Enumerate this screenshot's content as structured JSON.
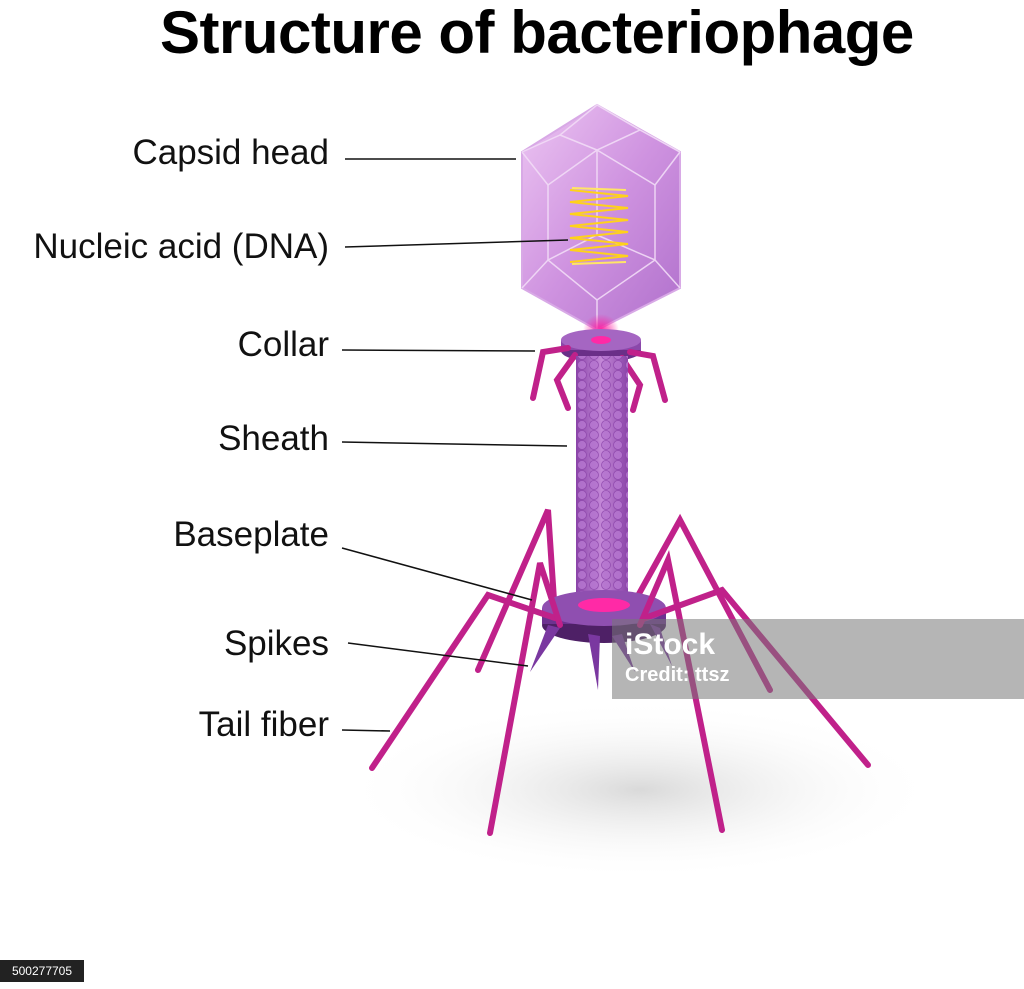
{
  "title": "Structure of bacteriophage",
  "labels": {
    "capsid_head": "Capsid head",
    "nucleic_acid": "Nucleic acid (DNA)",
    "collar": "Collar",
    "sheath": "Sheath",
    "baseplate": "Baseplate",
    "spikes": "Spikes",
    "tail_fiber": "Tail fiber"
  },
  "watermark": {
    "logo": "iStock",
    "credit": "Credit: ttsz"
  },
  "stock_id": "500277705",
  "colors": {
    "capsid": "#cf93e0",
    "dna": "#ffd21a",
    "tail": "#c0218a",
    "collar": "#7b3d98",
    "sheath": "#a35fc0"
  }
}
